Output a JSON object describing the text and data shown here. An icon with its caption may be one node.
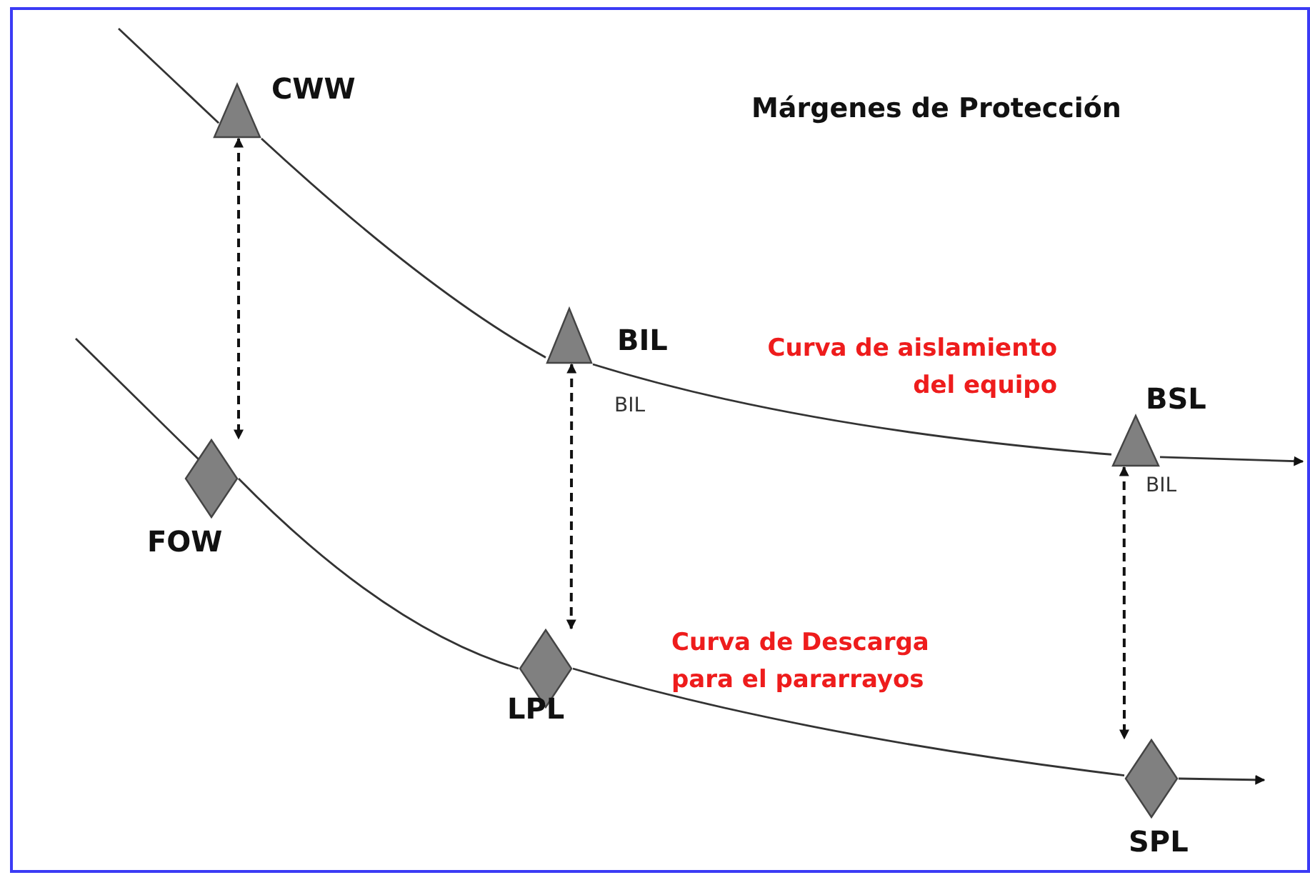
{
  "diagram": {
    "title": "Márgenes de Protección",
    "nodes": [
      {
        "text": [
          "CWW"
        ]
      },
      {
        "text": [
          "BIL"
        ]
      },
      {
        "text": [
          "BSL"
        ]
      },
      {
        "text": [
          "FOW"
        ]
      },
      {
        "text": [
          "LPL"
        ]
      },
      {
        "text": [
          "SPL"
        ]
      }
    ],
    "edges": [
      {
        "from": null,
        "to": 0,
        "arrow": "none"
      },
      {
        "from": 0,
        "to": 1,
        "arrow": "none"
      },
      {
        "from": 1,
        "to": 2,
        "arrow": "none"
      },
      {
        "from": 2,
        "to": null,
        "arrow": "to"
      },
      {
        "from": null,
        "to": 3,
        "arrow": "none"
      },
      {
        "from": 3,
        "to": 4,
        "arrow": "none"
      },
      {
        "from": 4,
        "to": 5,
        "arrow": "none"
      },
      {
        "from": 5,
        "to": null,
        "arrow": "to"
      },
      {
        "from": 0,
        "to": 3,
        "arrow": "both",
        "style": "dashed"
      },
      {
        "from": 1,
        "to": 4,
        "arrow": "both",
        "style": "dashed"
      },
      {
        "from": 2,
        "to": 5,
        "arrow": "both",
        "style": "dashed"
      }
    ],
    "labels": [
      "Curva de aislamiento del equipo",
      "BIL",
      "BIL",
      "Curva de Descarga para el pararrayos"
    ]
  }
}
